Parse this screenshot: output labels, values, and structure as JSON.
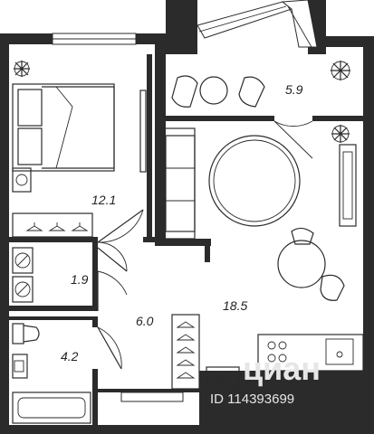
{
  "rooms": [
    {
      "id": "bedroom",
      "area": "12.1"
    },
    {
      "id": "loggia",
      "area": "5.9"
    },
    {
      "id": "living-kitchen",
      "area": "18.5"
    },
    {
      "id": "hallway",
      "area": "6.0"
    },
    {
      "id": "wc",
      "area": "1.9"
    },
    {
      "id": "bathroom",
      "area": "4.2"
    }
  ],
  "wardrobe_label": "***",
  "watermark": {
    "brand": "циан",
    "id": "ID 114393699"
  }
}
